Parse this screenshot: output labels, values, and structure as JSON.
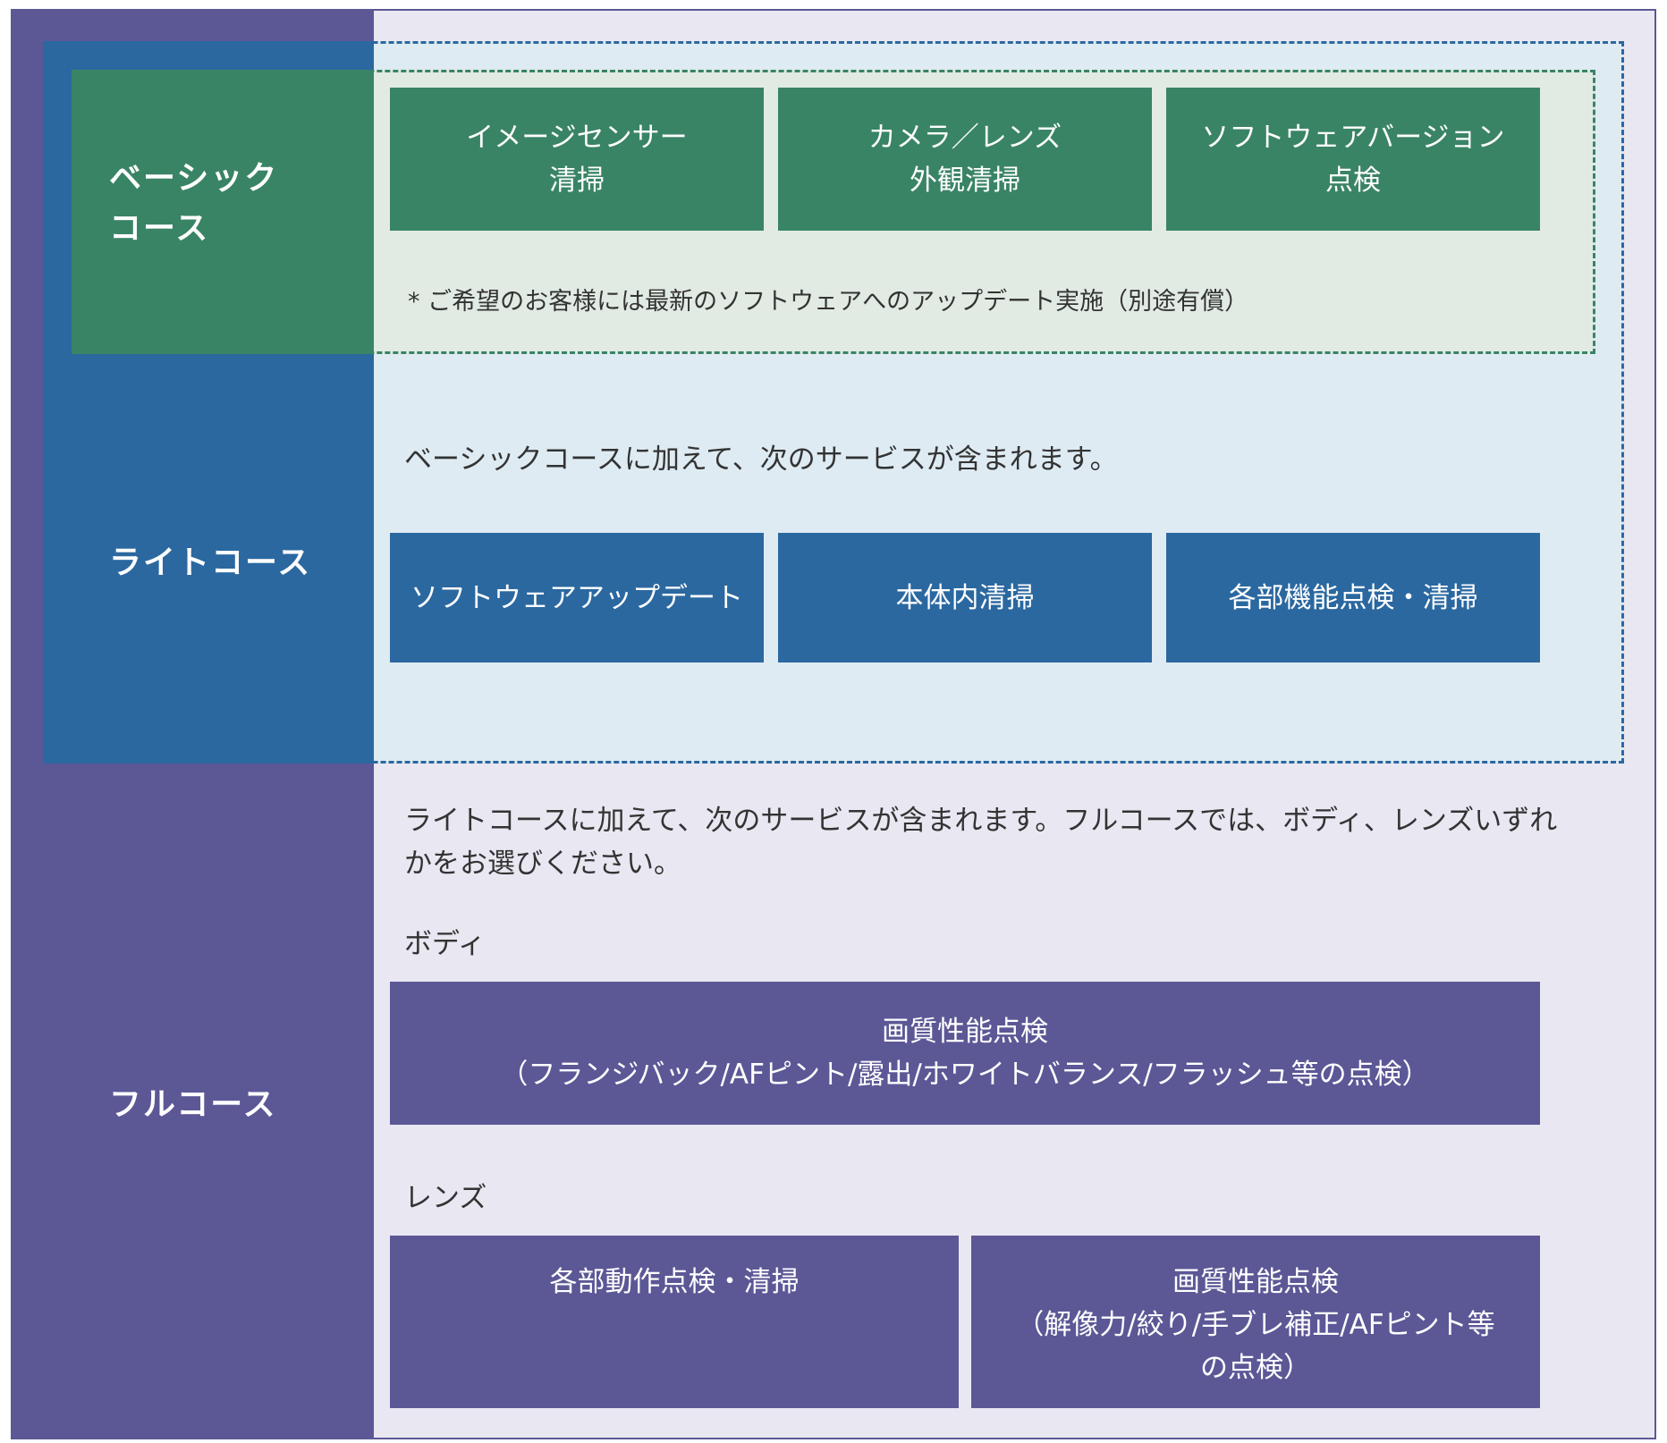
{
  "basic": {
    "label": [
      "ベーシック",
      "コース"
    ],
    "services": [
      [
        "イメージセンサー",
        "清掃"
      ],
      [
        "カメラ／レンズ",
        "外観清掃"
      ],
      [
        "ソフトウェアバージョン",
        "点検"
      ]
    ],
    "note": "* ご希望のお客様には最新のソフトウェアへのアップデート実施（別途有償）"
  },
  "light": {
    "label": "ライトコース",
    "intro": "ベーシックコースに加えて、次のサービスが含まれます。",
    "services": [
      "ソフトウェアアップデート",
      "本体内清掃",
      "各部機能点検・清掃"
    ]
  },
  "full": {
    "label": "フルコース",
    "intro": [
      "ライトコースに加えて、次のサービスが含まれます。フルコースでは、ボディ、レンズいずれ",
      "かをお選びください。"
    ],
    "body": {
      "heading": "ボディ",
      "service": [
        "画質性能点検",
        "（フランジバック/AFピント/露出/ホワイトバランス/フラッシュ等の点検）"
      ]
    },
    "lens": {
      "heading": "レンズ",
      "services": [
        [
          "各部動作点検・清掃"
        ],
        [
          "画質性能点検",
          "（解像力/絞り/手ブレ補正/AFピント等",
          "の点検）"
        ]
      ]
    }
  },
  "colors": {
    "basic": "#3a8466",
    "light": "#2b68a0",
    "full": "#5c5896"
  }
}
